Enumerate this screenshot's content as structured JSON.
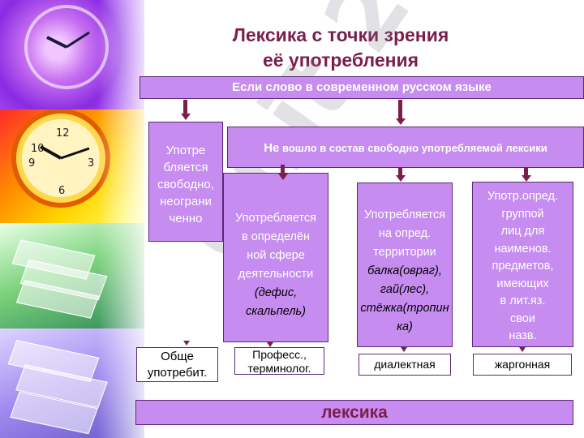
{
  "title": {
    "line1": "Лексика с точки зрения",
    "line2": "её употребления"
  },
  "watermark": "Unit 24",
  "top_bar": "Если слово в современном русском языке",
  "common": {
    "lines": [
      "Употре",
      "бляется",
      "свободно,",
      "неограни",
      "ченно"
    ],
    "label": [
      "Обще",
      "употребит."
    ]
  },
  "not_common_bar": {
    "bold": "Не",
    "rest": " вошло в состав свободно употребляемой лексики"
  },
  "professional": {
    "lines": [
      "Употребляется",
      "в определён",
      "ной сфере",
      "деятельности"
    ],
    "examples": [
      "(дефис,",
      "скальпель)"
    ],
    "label": [
      "Професс.,",
      "терминолог."
    ]
  },
  "dialect": {
    "lines": [
      "Употребляется",
      "на опред.",
      "территории"
    ],
    "examples": [
      "балка(овраг),",
      "гай(лес),",
      "стёжка(тропин",
      "ка)"
    ],
    "label": "диалектная"
  },
  "jargon": {
    "lines": [
      "Употр.опред.",
      "группой",
      "лиц для",
      "наименов.",
      "предметов,",
      "имеющих",
      "в лит.яз.",
      "свои",
      "назв."
    ],
    "label": "жаргонная"
  },
  "bottom_bar": "лексика",
  "colors": {
    "box_fill": "#c68cf0",
    "border": "#5a2a78",
    "title": "#7a1f4d",
    "arrow": "#7a1f4d"
  }
}
